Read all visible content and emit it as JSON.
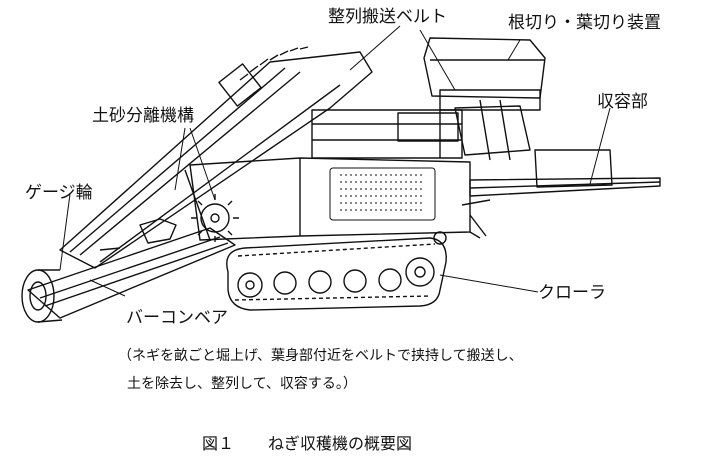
{
  "labels": {
    "alignment_belt": "整列搬送ベルト",
    "root_leaf_cutter": "根切り・葉切り装置",
    "soil_separator": "土砂分離機構",
    "storage": "収容部",
    "gauge_wheel": "ゲージ輪",
    "crawler": "クローラ",
    "bar_conveyor": "バーコンベア"
  },
  "description": {
    "line1": "（ネギを畝ごと堀上げ、葉身部付近をベルトで挟持して搬送し、",
    "line2": "土を除去し、整列して、収容する。）"
  },
  "figure": {
    "number": "図１",
    "title": "ねぎ収穫機の概要図"
  },
  "colors": {
    "ink": "#111111",
    "background": "#ffffff"
  }
}
